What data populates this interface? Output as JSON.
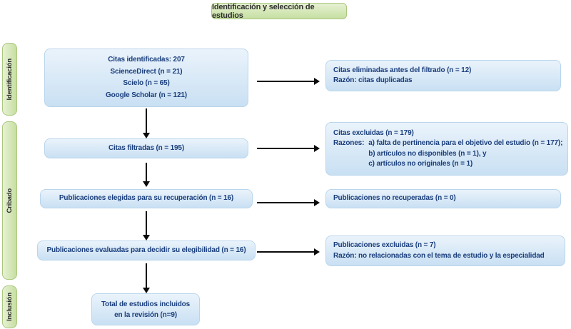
{
  "title": "Identificación y selección de estudios",
  "colors": {
    "box_blue_top": "#eaf3fb",
    "box_blue_bottom": "#c9e0f3",
    "box_border": "#b9d5ec",
    "green_top": "#e7f1d3",
    "green_bottom": "#c6dfa2",
    "green_border": "#a9c77f",
    "text_blue": "#1a3e7c",
    "text_dark": "#2e2e2e",
    "arrow_color": "#0a0a0a"
  },
  "stages": [
    {
      "label": "Identificación"
    },
    {
      "label": "Cribado"
    },
    {
      "label": "Inclusión"
    }
  ],
  "main_flow": {
    "identified": {
      "lines": [
        "Citas identificadas:  207",
        "ScienceDirect (n = 21)",
        "Scielo (n = 65)",
        "Google Scholar (n = 121)"
      ]
    },
    "filtered": {
      "text": "Citas filtradas (n = 195)"
    },
    "chosen": {
      "text": "Publicaciones elegidas para su recuperación (n = 16)"
    },
    "assessed": {
      "text": "Publicaciones evaluadas para decidir su elegibilidad (n = 16)"
    },
    "included": {
      "lines": [
        "Total de estudios incluidos",
        "en la revisión (n=9)"
      ]
    }
  },
  "side_flow": {
    "removed_before": {
      "lines": [
        "Citas eliminadas antes del filtrado (n = 12)",
        "Razón: citas duplicadas"
      ]
    },
    "excluded_citations": {
      "title": "Citas excluidas (n = 179)",
      "reasons_label": "Razones:",
      "reasons": [
        "a) falta de pertinencia para el objetivo del estudio (n = 177);",
        "b) artículos no disponibles (n = 1), y",
        "c) artículos no originales (n = 1)"
      ]
    },
    "not_retrieved": {
      "text": "Publicaciones no recuperadas (n = 0)"
    },
    "excluded_publications": {
      "lines": [
        "Publicaciones excluidas (n = 7)",
        "Razón: no relacionadas con el tema de estudio y la especialidad"
      ]
    }
  }
}
